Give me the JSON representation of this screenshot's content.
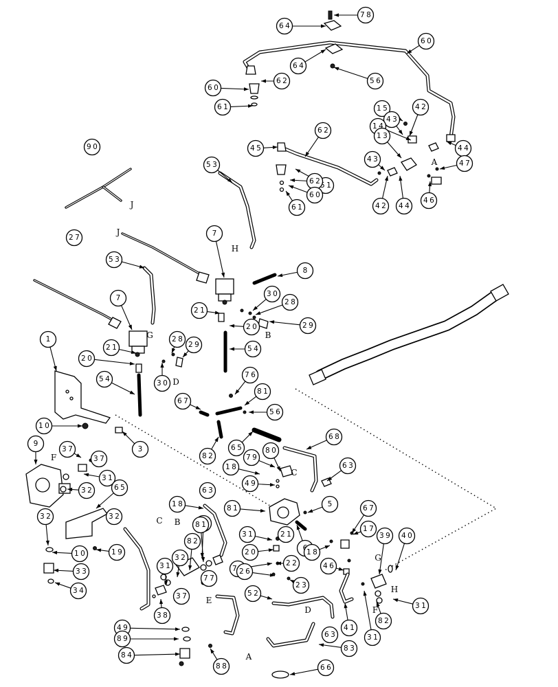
{
  "diagram": {
    "colors": {
      "ink": "#000000",
      "paper": "#ffffff"
    },
    "callouts": [
      "78",
      "64",
      "60",
      "64",
      "56",
      "62",
      "60",
      "61",
      "15",
      "42",
      "43",
      "14",
      "44",
      "13",
      "43",
      "A",
      "47",
      "45",
      "62",
      "51",
      "42",
      "44",
      "46",
      "62",
      "60",
      "61",
      "90",
      "J",
      "53",
      "H",
      "27",
      "J",
      "7",
      "53",
      "8",
      "7",
      "30",
      "21",
      "28",
      "20",
      "29",
      "B",
      "G",
      "28",
      "29",
      "21",
      "20",
      "D",
      "30",
      "54",
      "1",
      "54",
      "76",
      "81",
      "67",
      "56",
      "10",
      "3",
      "82",
      "65",
      "68",
      "9",
      "F",
      "37",
      "E",
      "37",
      "31",
      "32",
      "65",
      "79",
      "80",
      "18",
      "C",
      "63",
      "49",
      "32",
      "C",
      "18",
      "63",
      "B",
      "75",
      "81",
      "5",
      "67",
      "19",
      "10",
      "31",
      "21",
      "6",
      "17",
      "39",
      "40",
      "32",
      "81",
      "82",
      "20",
      "18",
      "G",
      "33",
      "31",
      "76",
      "22",
      "46",
      "34",
      "26",
      "H",
      "37",
      "77",
      "E",
      "23",
      "38",
      "52",
      "31",
      "D",
      "F",
      "32",
      "82",
      "49",
      "41",
      "31",
      "89",
      "A",
      "63",
      "83",
      "84",
      "88",
      "66"
    ]
  }
}
